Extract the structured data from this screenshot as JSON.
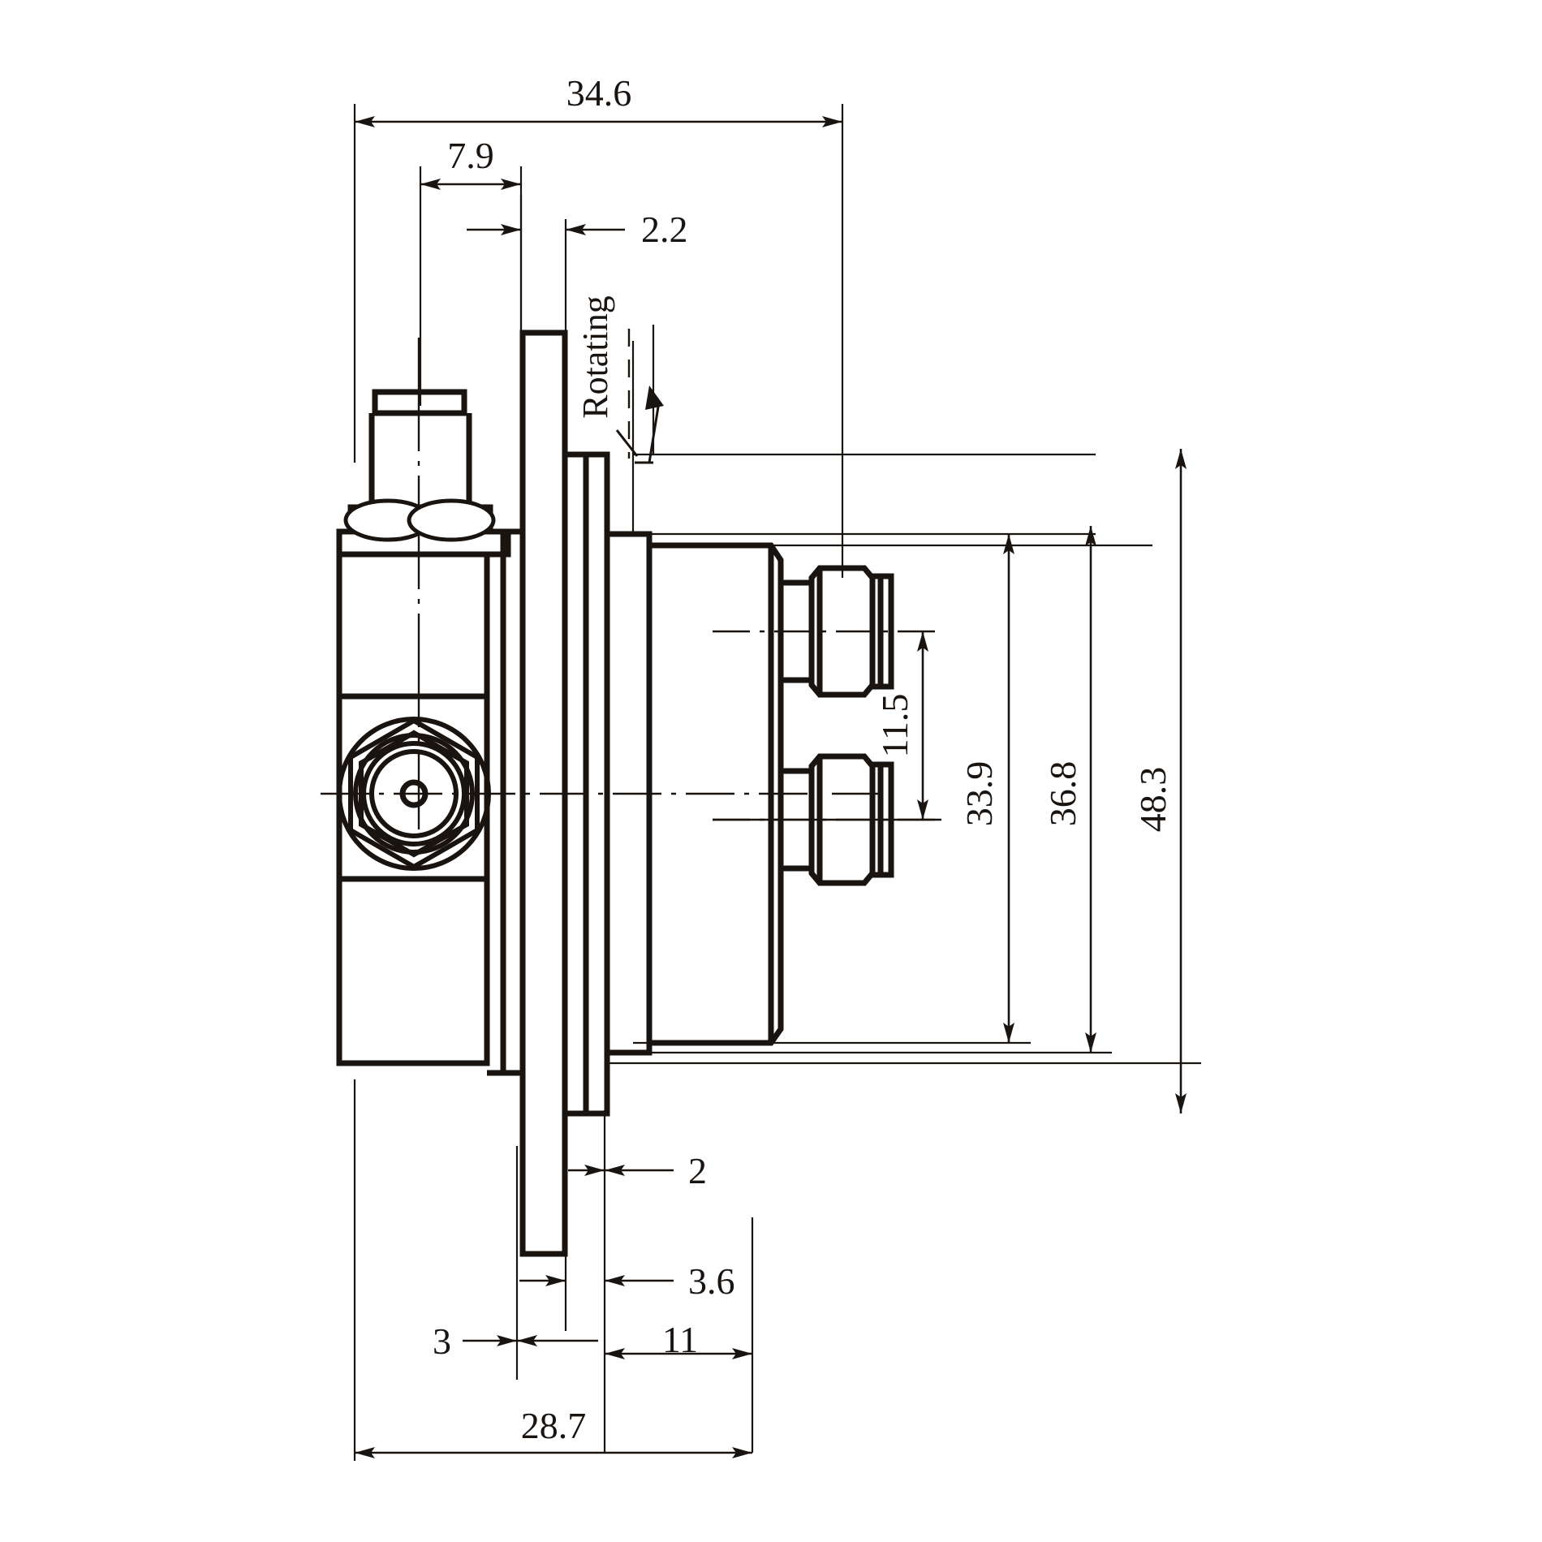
{
  "drawing": {
    "type": "engineering-dimension-drawing",
    "subject": "coaxial rotary joint side elevation",
    "units": "mm",
    "line_color": "#1a1411",
    "background_color": "#ffffff",
    "labels": {
      "rotating_note": "Rotating"
    },
    "dimensions": {
      "overall_length_top": "34.6",
      "front_connector_offset": "7.9",
      "flange_thickness_detail": "2.2",
      "port_spacing_vertical": "11.5",
      "body_diameter_inner": "33.9",
      "body_diameter_outer": "36.8",
      "flange_diameter": "48.3",
      "plate_gap": "2",
      "step_depth": "3.6",
      "rear_length": "11",
      "plate_thickness": "3",
      "overall_length_bottom": "28.7"
    },
    "dimension_list": [
      {
        "name": "overall-length-top",
        "value": "34.6",
        "orientation": "horizontal"
      },
      {
        "name": "front-connector-offset",
        "value": "7.9",
        "orientation": "horizontal"
      },
      {
        "name": "flange-thickness-detail",
        "value": "2.2",
        "orientation": "horizontal"
      },
      {
        "name": "port-spacing-vertical",
        "value": "11.5",
        "orientation": "vertical"
      },
      {
        "name": "body-diameter-inner",
        "value": "33.9",
        "orientation": "vertical"
      },
      {
        "name": "body-diameter-outer",
        "value": "36.8",
        "orientation": "vertical"
      },
      {
        "name": "flange-diameter",
        "value": "48.3",
        "orientation": "vertical"
      },
      {
        "name": "plate-gap",
        "value": "2",
        "orientation": "horizontal"
      },
      {
        "name": "step-depth",
        "value": "3.6",
        "orientation": "horizontal"
      },
      {
        "name": "rear-length",
        "value": "11",
        "orientation": "horizontal"
      },
      {
        "name": "plate-thickness",
        "value": "3",
        "orientation": "horizontal"
      },
      {
        "name": "overall-length-bottom",
        "value": "28.7",
        "orientation": "horizontal"
      }
    ]
  }
}
